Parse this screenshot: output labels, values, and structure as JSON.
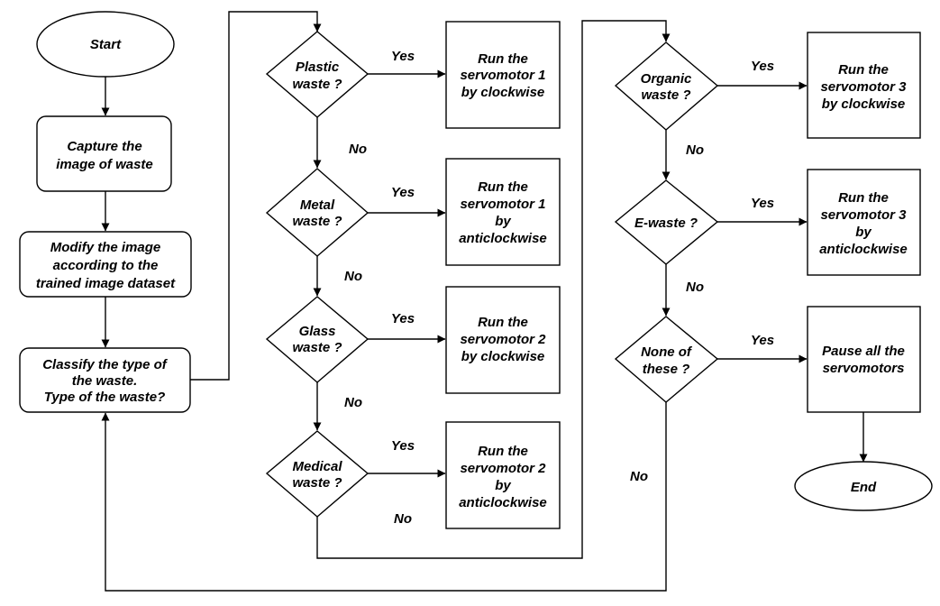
{
  "nodes": {
    "start": [
      "Start"
    ],
    "capture": [
      "Capture the",
      "image of waste"
    ],
    "modify": [
      "Modify the image",
      "according to the",
      "trained image dataset"
    ],
    "classify": [
      "Classify the type of",
      "the waste.",
      "Type of the waste?"
    ],
    "plastic_q": [
      "Plastic",
      "waste ?"
    ],
    "metal_q": [
      "Metal",
      "waste ?"
    ],
    "glass_q": [
      "Glass",
      "waste ?"
    ],
    "medical_q": [
      "Medical",
      "waste ?"
    ],
    "organic_q": [
      "Organic",
      "waste ?"
    ],
    "ewaste_q": [
      "E-waste ?"
    ],
    "none_q": [
      "None of",
      "these ?"
    ],
    "servo1_cw": [
      "Run the",
      "servomotor 1",
      "by clockwise"
    ],
    "servo1_acw": [
      "Run the",
      "servomotor 1",
      "by",
      "anticlockwise"
    ],
    "servo2_cw": [
      "Run the",
      "servomotor 2",
      "by clockwise"
    ],
    "servo2_acw": [
      "Run the",
      "servomotor 2",
      "by",
      "anticlockwise"
    ],
    "servo3_cw": [
      "Run the",
      "servomotor 3",
      "by clockwise"
    ],
    "servo3_acw": [
      "Run the",
      "servomotor 3",
      "by",
      "anticlockwise"
    ],
    "pause": [
      "Pause all the",
      "servomotors"
    ],
    "end": [
      "End"
    ]
  },
  "edge_labels": {
    "yes": "Yes",
    "no": "No"
  }
}
